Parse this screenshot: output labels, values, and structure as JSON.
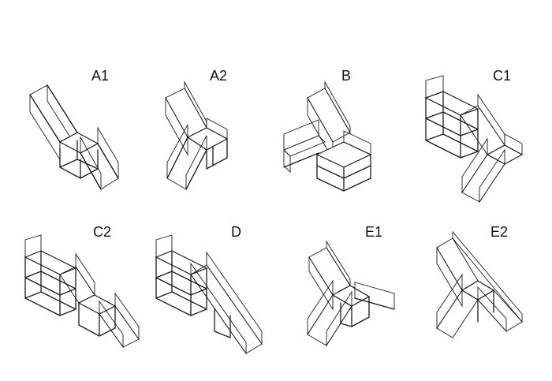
{
  "configurations": [
    {
      "label": "A1"
    },
    {
      "label": "A2"
    },
    {
      "label": "B"
    },
    {
      "label": "C1"
    },
    {
      "label": "C2"
    },
    {
      "label": "D"
    },
    {
      "label": "E1"
    },
    {
      "label": "E2"
    }
  ]
}
